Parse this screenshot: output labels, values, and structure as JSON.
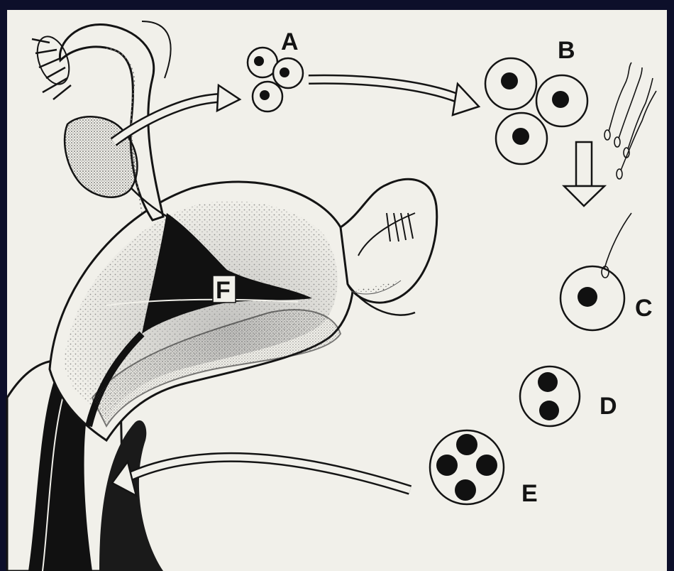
{
  "labels": {
    "a": "A",
    "b": "B",
    "c": "C",
    "d": "D",
    "e": "E",
    "f": "F"
  },
  "colors": {
    "frame": "#0d0f2a",
    "paper": "#f1f0ea",
    "ink": "#141414",
    "stipple": "#6b6b6b"
  }
}
